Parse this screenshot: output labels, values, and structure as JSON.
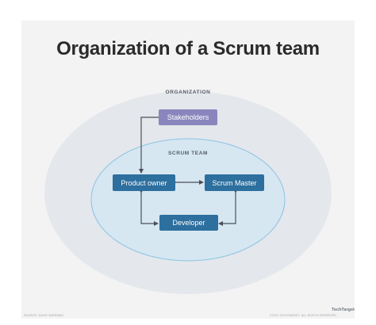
{
  "title": "Organization of a Scrum team",
  "labels": {
    "organization": "ORGANIZATION",
    "scrum_team": "SCRUM TEAM"
  },
  "nodes": {
    "stakeholders": "Stakeholders",
    "product_owner": "Product owner",
    "scrum_master": "Scrum Master",
    "developer": "Developer"
  },
  "footer": {
    "source": "SOURCE: DAVID SHERMAN",
    "copyright": "©2021 TECHTARGET. ALL RIGHTS RESERVED",
    "brand": "TechTarget"
  },
  "colors": {
    "outer_ellipse": "#e4e7ec",
    "inner_ellipse": "#d6e7f2",
    "inner_border": "#8cc3e4",
    "box_blue": "#2d6f9e",
    "box_purple": "#8a86bd",
    "arrow": "#4a4f57"
  }
}
